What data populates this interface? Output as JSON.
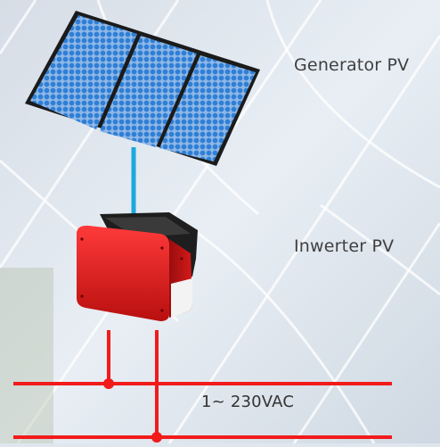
{
  "labels": {
    "generator": "Generator PV",
    "inverter": "Inwerter PV",
    "grid": "1~ 230VAC"
  },
  "colors": {
    "background": "#dfe6ee",
    "panel_cell": "#2f7fd6",
    "panel_frame": "#1b1b1b",
    "dc_cable": "#1aa8e0",
    "inverter_body": "#e01818",
    "inverter_top": "#1e1e1e",
    "ac_wire": "#f21b1b",
    "label_text": "#3f3f3f"
  },
  "icons": {
    "pv_panel": "solar-panel-icon",
    "inverter": "inverter-icon"
  }
}
